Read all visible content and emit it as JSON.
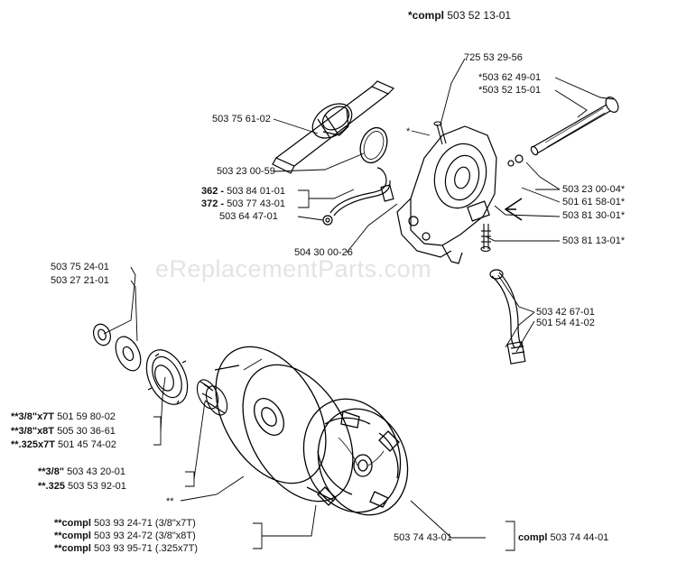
{
  "watermark": "eReplacementParts.com",
  "labels": {
    "compl_top_prefix": "*compl",
    "compl_top_num": "503 52 13-01",
    "p725532956": "725 53 29-56",
    "p503624901": "*503 62 49-01",
    "p503521501": "*503 52 15-01",
    "p503756102": "503 75 61-02",
    "p503230059": "503 23 00-59",
    "p362_prefix": "362 -",
    "p362_num": "503 84 01-01",
    "p372_prefix": "372 -",
    "p372_num": "503 77 43-01",
    "p503644701": "503 64 47-01",
    "p504300026": "504 30 00-26",
    "p503230004": "503 23 00-04*",
    "p501615801": "501 61 58-01*",
    "p503813001": "503 81 30-01*",
    "p503811301": "503 81 13-01*",
    "p503752401": "503 75 24-01",
    "p503272101": "503 27 21-01",
    "p503426701": "503 42 67-01",
    "p501544102": "501 54 41-02",
    "s1_prefix": "**3/8\"x7T",
    "s1_num": "501 59 80-02",
    "s2_prefix": "**3/8\"x8T",
    "s2_num": "505 30 36-61",
    "s3_prefix": "**.325x7T",
    "s3_num": "501 45 74-02",
    "b1_prefix": "**3/8\"",
    "b1_num": "503 43 20-01",
    "b2_prefix": "**.325",
    "b2_num": "503 53 92-01",
    "star2": "**",
    "c1_prefix": "**compl",
    "c1_num": "503 93 24-71 (3/8\"x7T)",
    "c2_prefix": "**compl",
    "c2_num": "503 93 24-72 (3/8\"x8T)",
    "c3_prefix": "**compl",
    "c3_num": "503 93 95-71 (.325x7T)",
    "p503744301": "503 74 43-01",
    "compl_bot_prefix": "compl",
    "compl_bot_num": "503 74 44-01",
    "star1": "*"
  }
}
